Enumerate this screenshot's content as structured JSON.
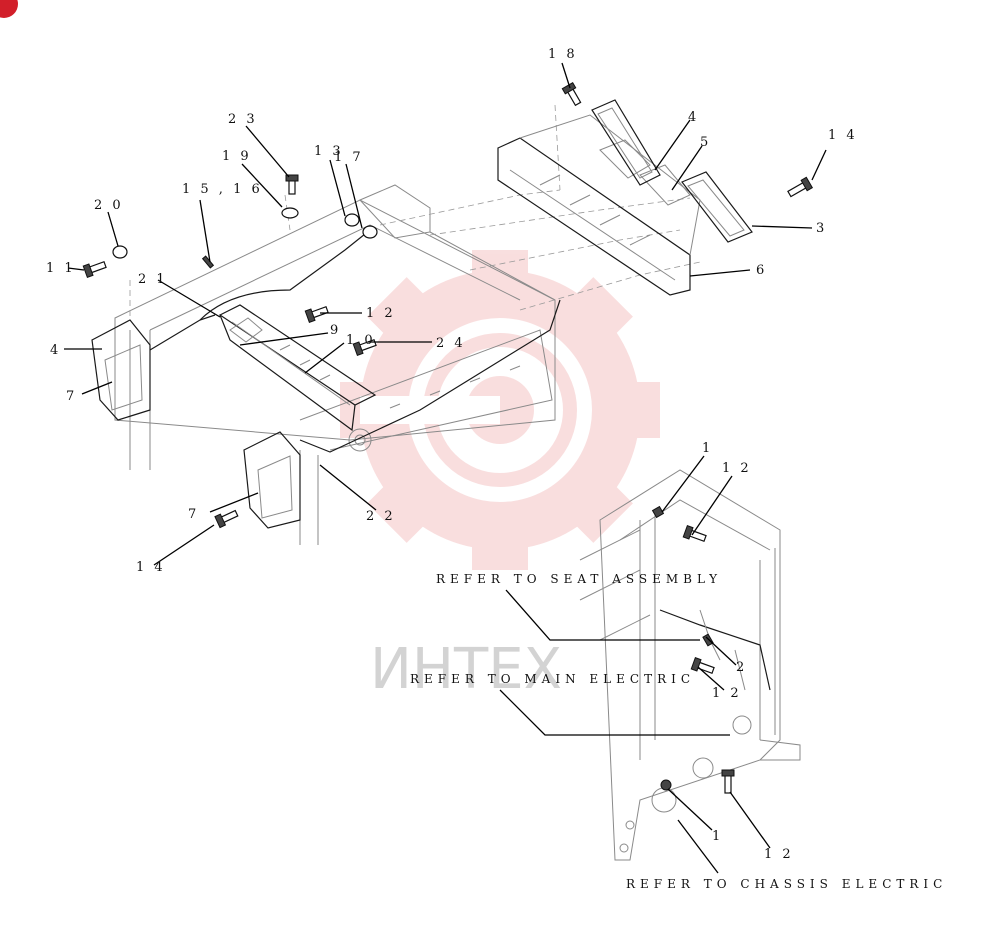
{
  "callouts": {
    "c18": "1 8",
    "c4a": "4",
    "c5": "5",
    "c14a": "1 4",
    "c3": "3",
    "c6": "6",
    "c23": "2 3",
    "c19": "1 9",
    "c13": "1 3",
    "c17": "1 7",
    "c1516": "1 5 , 1 6",
    "c20": "2 0",
    "c11": "1 1",
    "c21": "2 1",
    "c12a": "1 2",
    "c9": "9",
    "c10": "1 0",
    "c24": "2 4",
    "c4b": "4",
    "c7a": "7",
    "c7b": "7",
    "c22": "2 2",
    "c14b": "1 4",
    "c1a": "1",
    "c12b": "1 2",
    "c2": "2",
    "c12c": "1 2",
    "c1b": "1",
    "c12d": "1 2"
  },
  "notes": {
    "seat": "REFER TO SEAT ASSEMBLY",
    "main": "REFER TO MAIN ELECTRIC",
    "chassis": "REFER TO CHASSIS ELECTRIC"
  },
  "watermark": {
    "text": "ИНТЕХ",
    "color": "#f2b8b8",
    "text_color": "#b0b0b0"
  },
  "badge": {
    "color": "#d21f2a"
  }
}
